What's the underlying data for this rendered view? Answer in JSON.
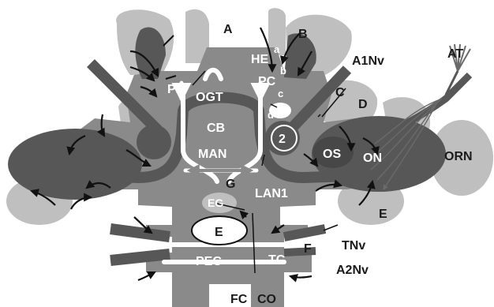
{
  "colors": {
    "light": "#bfbfbf",
    "medium": "#8a8a8a",
    "dark": "#575757",
    "darker": "#474747",
    "line": "#111111"
  },
  "labels": {
    "A": "A",
    "B": "B",
    "C": "C",
    "D": "D",
    "E_right": "E",
    "E_center": "E",
    "F": "F",
    "G": "G",
    "HE": "HE",
    "PC": "PC",
    "a": "a",
    "b": "b",
    "c": "c",
    "d": "d",
    "PB": "PB",
    "OGT": "OGT",
    "CB": "CB",
    "MAN": "MAN",
    "two": "2",
    "OS": "OS",
    "ON": "ON",
    "LAN1": "LAN1",
    "EG": "EG",
    "TC": "TC",
    "PEC": "PEC",
    "FC": "FC",
    "CO": "CO",
    "A1Nv": "A1Nv",
    "AT": "AT",
    "ORN": "ORN",
    "TNv": "TNv",
    "A2Nv": "A2Nv"
  }
}
